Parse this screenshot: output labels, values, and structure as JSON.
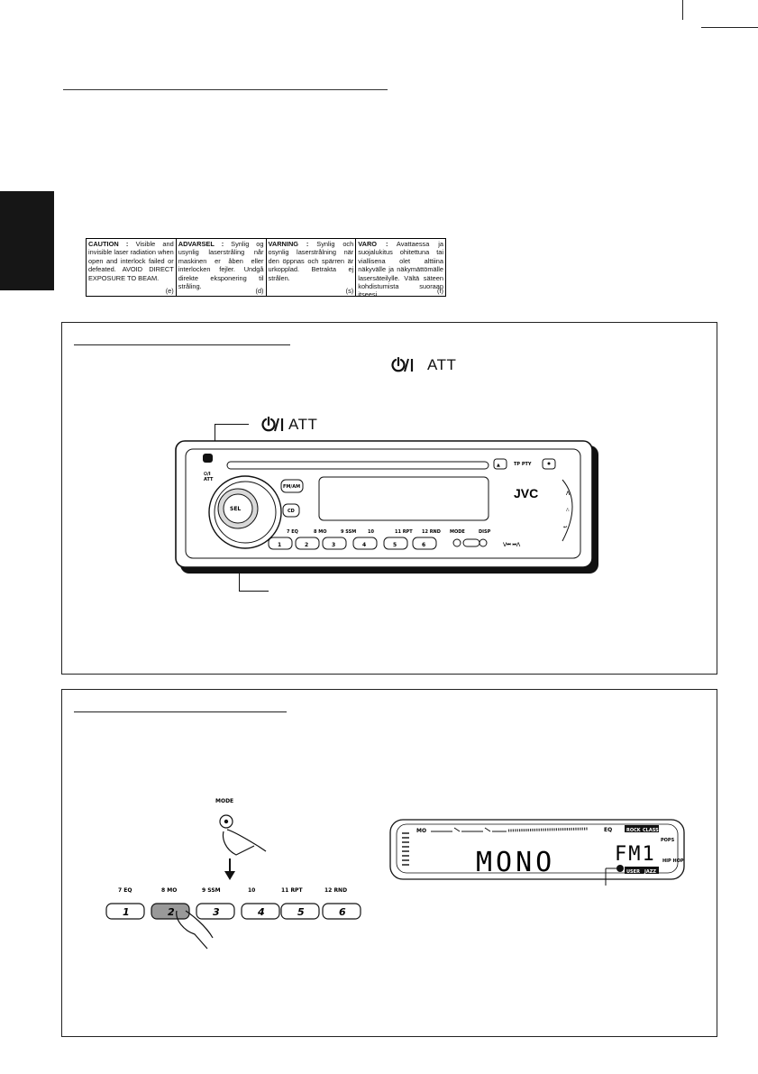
{
  "caution": [
    {
      "head": "CAUTION :",
      "body": "Visible and invisible laser radiation when open and interlock failed or defeated. AVOID DIRECT EXPOSURE TO BEAM.",
      "code": "(e)"
    },
    {
      "head": "ADVARSEL :",
      "body": "Synlig og usynlig laserstråling når maskinen er åben eller interlocken fejler. Undgå direkte eksponering til stråling.",
      "code": "(d)"
    },
    {
      "head": "VARNING :",
      "body": "Synlig och osynlig laserstrålning när den öppnas och spärren är urkopplad. Betrakta ej strålen.",
      "code": "(s)"
    },
    {
      "head": "VARO :",
      "body": "Avattaessa ja suojalukitus ohitettuna tai viallisena olet alttiina näkyvälle ja näkymättömälle lasersäteilylle. Vältä säteen kohdistumista suoraan itseesi.",
      "code": "(f)"
    }
  ],
  "section1": {
    "att_label": "ATT",
    "callout_label": "ATT"
  },
  "unit": {
    "brand": "JVC",
    "sel": "SEL",
    "fmam": "FM/AM",
    "cd": "CD",
    "mode": "MODE",
    "dsp": "DISP",
    "tp_pty": "TP PTY",
    "att_small": "ATT",
    "buttons": [
      "1",
      "2",
      "3",
      "4",
      "5",
      "6"
    ],
    "functions": [
      "7 EQ",
      "8 MO",
      "9 SSM",
      "10",
      "11 RPT",
      "12 RND"
    ]
  },
  "section2": {
    "mode_label": "MODE",
    "buttons": [
      "1",
      "2",
      "3",
      "4",
      "5",
      "6"
    ],
    "functions": [
      "7 EQ",
      "8 MO",
      "9 SSM",
      "10",
      "11 RPT",
      "12 RND"
    ],
    "display": {
      "mo": "MO",
      "eq": "EQ",
      "main": "MONO",
      "band": "FM1",
      "rock": "ROCK",
      "classic": "CLASSIC",
      "pops": "POPS",
      "hiphop": "HIP HOP",
      "user": "USER",
      "jazz": "JAZZ"
    }
  },
  "colors": {
    "ink": "#111111",
    "tab": "#161616",
    "paper": "#ffffff"
  }
}
